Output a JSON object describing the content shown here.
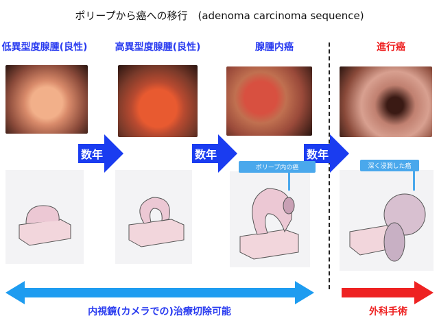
{
  "title": "ポリープから癌への移行　(adenoma carcinoma sequence)",
  "stages": [
    {
      "label": "低異型度腺腫(良性)",
      "color": "#2a3cf0"
    },
    {
      "label": "高異型度腺腫(良性)",
      "color": "#2a3cf0"
    },
    {
      "label": "腺腫内癌",
      "color": "#2a3cf0"
    },
    {
      "label": "進行癌",
      "color": "#ee2222"
    }
  ],
  "arrows": [
    "数年",
    "数年",
    "数年"
  ],
  "callouts": [
    "ポリープ内の癌",
    "深く浸潤した癌"
  ],
  "bottom": {
    "endoscopic": "内視鏡(カメラでの)治療切除可能",
    "surgery": "外科手術",
    "blue": "#1e9cf0",
    "red": "#ee2222"
  }
}
